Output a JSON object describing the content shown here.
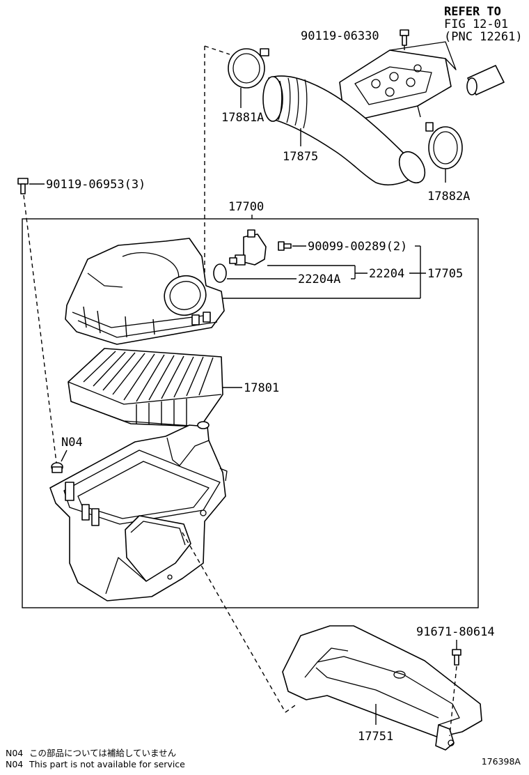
{
  "refer": {
    "line1": "REFER TO",
    "line2": "FIG 12-01",
    "line3": "(PNC 12261)"
  },
  "parts": {
    "p90119_06330": "90119-06330",
    "p17881A": "17881A",
    "p17875": "17875",
    "p17882A": "17882A",
    "p90119_06953": "90119-06953(3)",
    "p17700": "17700",
    "p90099_00289": "90099-00289(2)",
    "p22204A": "22204A",
    "p22204": "22204",
    "p17705": "17705",
    "p17801": "17801",
    "pN04": "N04",
    "p91671_80614": "91671-80614",
    "p17751": "17751"
  },
  "notes": [
    {
      "code": "N04",
      "text": "この部品については補給していません"
    },
    {
      "code": "N04",
      "text": "This part is not available for service"
    }
  ],
  "illustration_number": "176398A"
}
